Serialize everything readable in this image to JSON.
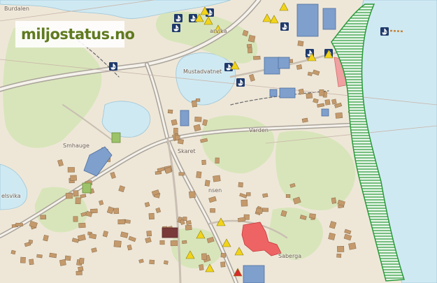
{
  "logo": {
    "text": "miljostatus.no",
    "color": "#5f7a1f"
  },
  "place_labels": [
    {
      "name": "label-burdalen",
      "text": "Burdalen"
    },
    {
      "name": "label-mustadvatnet",
      "text": "Mustadvatnet"
    },
    {
      "name": "label-varden",
      "text": "Varden"
    },
    {
      "name": "label-skaret",
      "text": "Skaret"
    },
    {
      "name": "label-smhauge",
      "text": "Smhauge"
    },
    {
      "name": "label-elsvika",
      "text": "elsvika"
    },
    {
      "name": "label-nsen",
      "text": "nsen"
    },
    {
      "name": "label-saberga",
      "text": "Saberga"
    },
    {
      "name": "label-varvika",
      "text": "arvika"
    }
  ],
  "colors": {
    "sea": "#cfe9f2",
    "land": "#eee7d8",
    "forest": "#d4e4b5",
    "building": "#c49a6c",
    "industrial": "#7f9fcc",
    "protected_area": "#2a9a3a",
    "pollution_area": "#ee6464",
    "marker_dark": "#1f3a6b",
    "marker_yellow": "#f1d41a",
    "marker_red": "#d62a2a"
  },
  "icons": {
    "dark_marker": "boat-pin-icon",
    "yellow_marker": "warning-triangle-icon",
    "red_marker": "red-triangle-icon"
  }
}
